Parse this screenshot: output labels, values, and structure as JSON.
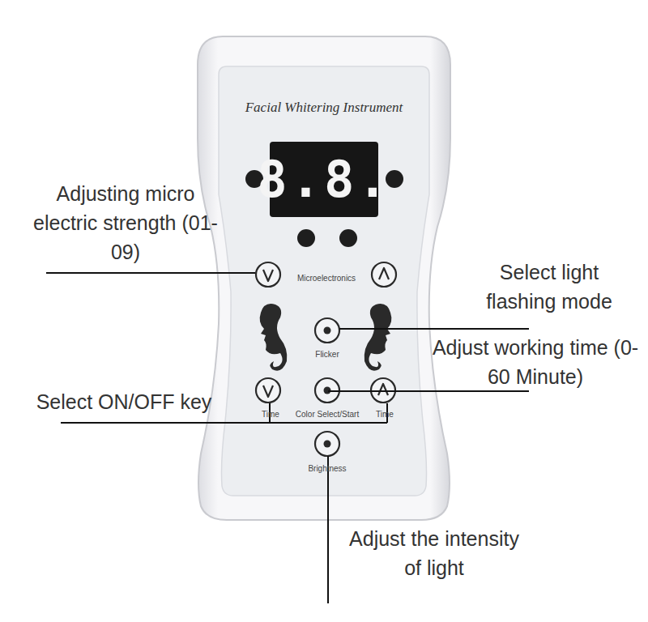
{
  "diagram": {
    "labels": [
      "Facial Whitering Instrument",
      "8.8.",
      "Adjusting micro electric strength (01-09)",
      "Microelectronics",
      "Select light flashing mode",
      "Flicker",
      "Adjust working time (0-60 Minute)",
      "Select ON/OFF key",
      "Time",
      "Color Select/Start",
      "Time",
      "Brightness",
      "Adjust the intensity of light"
    ]
  }
}
